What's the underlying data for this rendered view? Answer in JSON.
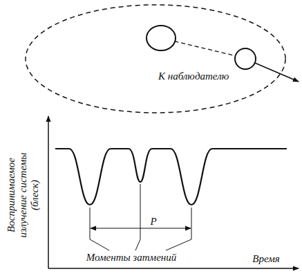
{
  "diagram": {
    "labels": [
      "К наблюдателю",
      "Воспринимаемое излучение системы (блеск)",
      "P",
      "Моменты затмений",
      "Время"
    ]
  }
}
